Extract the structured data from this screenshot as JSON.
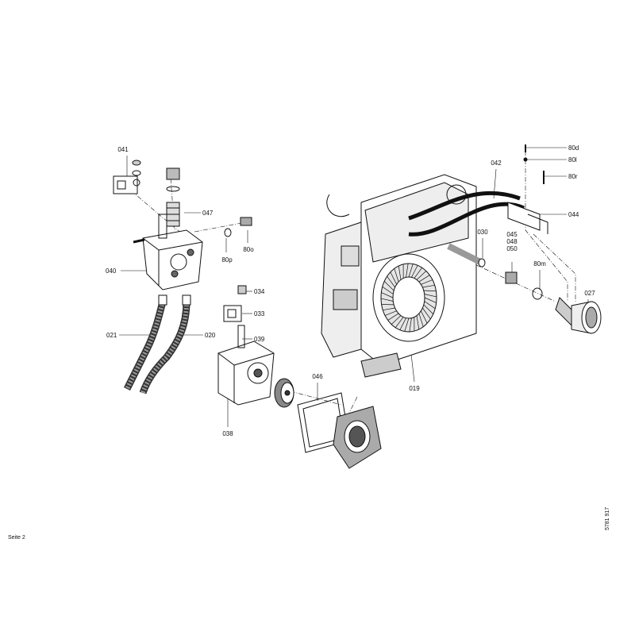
{
  "page": {
    "footer_label": "Seite 2",
    "drawing_number": "5781 917"
  },
  "parts": {
    "p041": "041",
    "p047": "047",
    "p80p": "80p",
    "p80o": "80o",
    "p040": "040",
    "p034": "034",
    "p033": "033",
    "p039": "039",
    "p021": "021",
    "p020": "020",
    "p038": "038",
    "p046": "046",
    "p042": "042",
    "p80d": "80d",
    "p80l": "80l",
    "p80r": "80r",
    "p044": "044",
    "p030": "030",
    "p045": "045",
    "p048": "048",
    "p050": "050",
    "p80m": "80m",
    "p027": "027",
    "p019": "019"
  },
  "colors": {
    "ink": "#111111",
    "shade": "#888888",
    "light": "#d8d8d8"
  }
}
